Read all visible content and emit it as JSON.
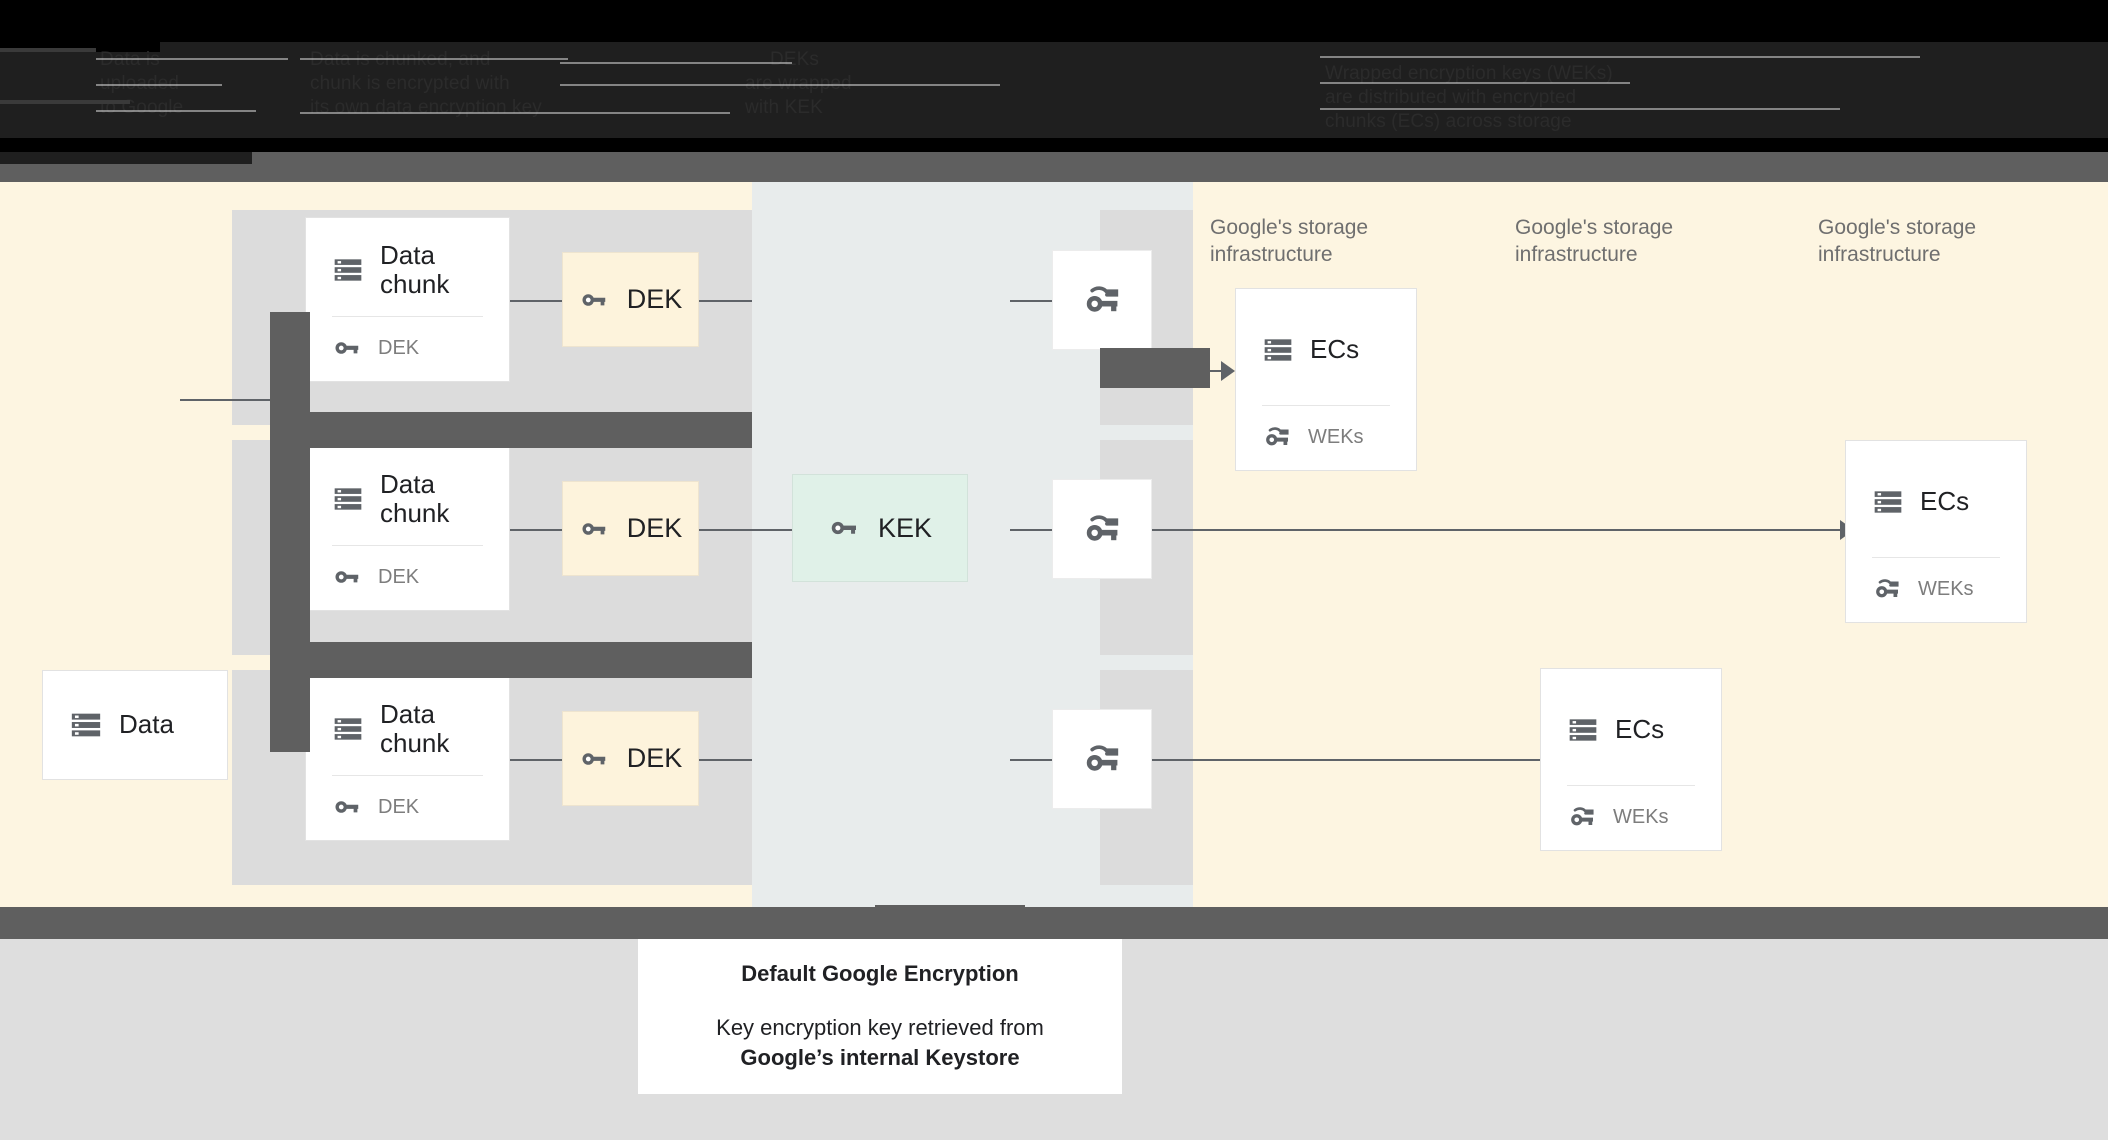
{
  "header": {
    "obscured": true,
    "lines": [
      "Data is",
      "uploaded",
      "to Google",
      "Data is chunked, and",
      "chunk is encrypted with",
      "its own data encryption key",
      "DEKs",
      "are wrapped",
      "with KEK",
      "Wrapped encryption keys (WEKs)",
      "are distributed with encrypted",
      "chunks (ECs) across storage"
    ]
  },
  "diagram": {
    "source": {
      "title": "Data",
      "icon": "server-icon"
    },
    "chunks": [
      {
        "title": "Data chunk",
        "icon": "server-icon",
        "key_label": "DEK",
        "key_icon": "key-icon"
      },
      {
        "title": "Data chunk",
        "icon": "server-icon",
        "key_label": "DEK",
        "key_icon": "key-icon"
      },
      {
        "title": "Data chunk",
        "icon": "server-icon",
        "key_label": "DEK",
        "key_icon": "key-icon"
      }
    ],
    "dek_chips": [
      {
        "label": "DEK",
        "icon": "key-icon",
        "color": "#fdf3dc"
      },
      {
        "label": "DEK",
        "icon": "key-icon",
        "color": "#fdf3dc"
      },
      {
        "label": "DEK",
        "icon": "key-icon",
        "color": "#fdf3dc"
      }
    ],
    "kek": {
      "label": "KEK",
      "icon": "key-icon",
      "color": "#e0f1e8"
    },
    "wrapped_keys": [
      {
        "icon": "wrapped-key-icon"
      },
      {
        "icon": "wrapped-key-icon"
      },
      {
        "icon": "wrapped-key-icon"
      }
    ],
    "infra_labels": [
      "Google's storage infrastructure",
      "Google's storage infrastructure",
      "Google's storage infrastructure"
    ],
    "ec_cards": [
      {
        "title": "ECs",
        "icon": "server-icon",
        "key_label": "WEKs",
        "key_icon": "wrapped-key-icon"
      },
      {
        "title": "ECs",
        "icon": "server-icon",
        "key_label": "WEKs",
        "key_icon": "wrapped-key-icon"
      },
      {
        "title": "ECs",
        "icon": "server-icon",
        "key_label": "WEKs",
        "key_icon": "wrapped-key-icon"
      }
    ]
  },
  "caption": {
    "title": "Default Google Encryption",
    "body_plain": "Key encryption key retrieved from",
    "body_bold": "Google’s internal Keystore"
  },
  "colors": {
    "canvas_cream": "#fdf5e1",
    "kek_column": "#e8ecec",
    "band_gray": "#5f5f5f",
    "footer_gray": "#dedede",
    "chip_dek": "#fdf3dc",
    "chip_kek": "#e0f1e8",
    "icon_gray": "#5f6368",
    "text_dark": "#202124",
    "text_muted": "#7d7d7d"
  }
}
